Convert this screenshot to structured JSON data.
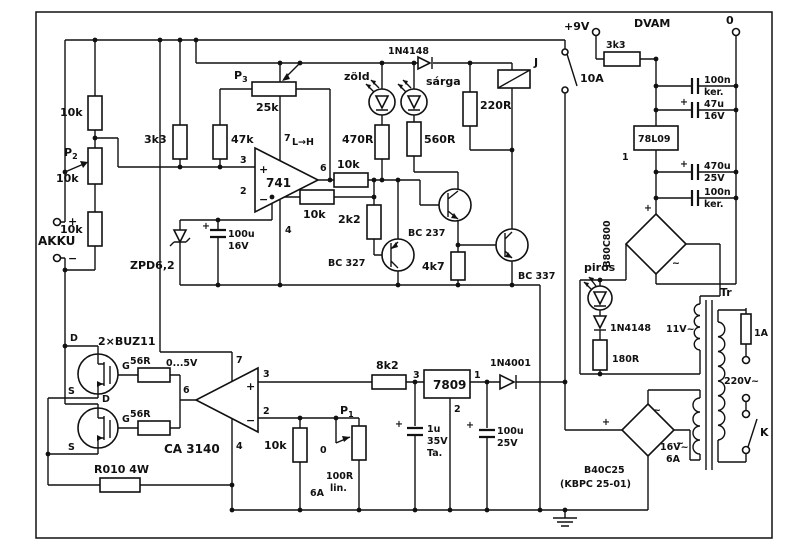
{
  "battery": {
    "plus": "+",
    "name": "AKKU",
    "minus": "−"
  },
  "divider": {
    "r_top": "10k",
    "pot_name": "P",
    "pot_sub": "2",
    "pot_value": "10k",
    "r_bottom": "10k"
  },
  "comparator": {
    "r_in": "3k3",
    "r_fb": "47k",
    "pot_name": "P",
    "pot_sub": "3",
    "pot_value": "25k",
    "ic": "741",
    "pin_plus": "3",
    "pin_minus": "2",
    "pin_vcc": "7",
    "pin_vee": "4",
    "pin_out": "6",
    "sym_plus": "+",
    "sym_minus": "−",
    "mode": "L→H",
    "zener": "ZPD6,2",
    "cap_plus": "+",
    "cap_value": "100u",
    "cap_voltage": "16V",
    "r_out": "10k",
    "r_fb2": "10k",
    "r_base": "2k2"
  },
  "indicators": {
    "green": "zöld",
    "r_green": "470R",
    "yellow": "sárga",
    "r_yellow": "560R",
    "r_relay": "220R",
    "red": "piros",
    "red_diode": "1N4148",
    "r_red": "180R"
  },
  "relay": {
    "diode": "1N4148",
    "name": "J",
    "switch": "10A"
  },
  "transistors": {
    "q1": "BC 237",
    "q2": "BC 327",
    "q3": "BC 337",
    "r_emitter": "4k7"
  },
  "regulator": {
    "r_in": "8k2",
    "ic": "7809",
    "pin_in": "3",
    "pin_out": "1",
    "pin_gnd": "2",
    "cap_in_plus": "+",
    "cap_in": "1u",
    "cap_in_v": "35V",
    "cap_in_type": "Ta.",
    "diode": "1N4001",
    "cap_out_plus": "+",
    "cap_out": "100u",
    "cap_out_v": "25V"
  },
  "opamp2": {
    "ic": "CA 3140",
    "pin_plus": "3",
    "pin_minus": "2",
    "pin_vcc": "7",
    "pin_vee": "4",
    "pin_out": "6",
    "sym_plus": "+",
    "sym_minus": "−",
    "r_gnd": "10k",
    "pot_name": "P",
    "pot_sub": "1",
    "pot_value": "100R",
    "pot_taper": "lin.",
    "scale_zero": "0",
    "scale_max": "6A",
    "gate_range": "0...5V"
  },
  "mosfets": {
    "name": "2×BUZ11",
    "r_gate1": "56R",
    "r_gate2": "56R",
    "d1": "D",
    "g1": "G",
    "s1": "S",
    "d2": "D",
    "g2": "G",
    "s2": "S"
  },
  "shunt": {
    "value": "R010 4W"
  },
  "aux_supply": {
    "out": "+9V",
    "dvm": "DVAM",
    "zero": "0",
    "r_out": "3k3",
    "c1": "100n",
    "c1_type": "ker.",
    "c2_plus": "+",
    "c2": "47u",
    "c2_v": "16V",
    "ic": "78L09",
    "pin_gnd": "1",
    "c3_plus": "+",
    "c3": "470u",
    "c3_v": "25V",
    "c4": "100n",
    "c4_type": "ker.",
    "bridge": "B80C800",
    "plus": "+",
    "ac": "~"
  },
  "rectifier": {
    "bridge": "B40C25",
    "bridge_alt": "(KBPC 25-01)",
    "plus": "+",
    "ac1": "~",
    "ac2": "~"
  },
  "transformer": {
    "name": "Tr",
    "sec1": "11V~",
    "sec2": "16V~",
    "sec2_a": "6A",
    "fuse": "1A",
    "mains": "220V~",
    "switch": "K"
  }
}
